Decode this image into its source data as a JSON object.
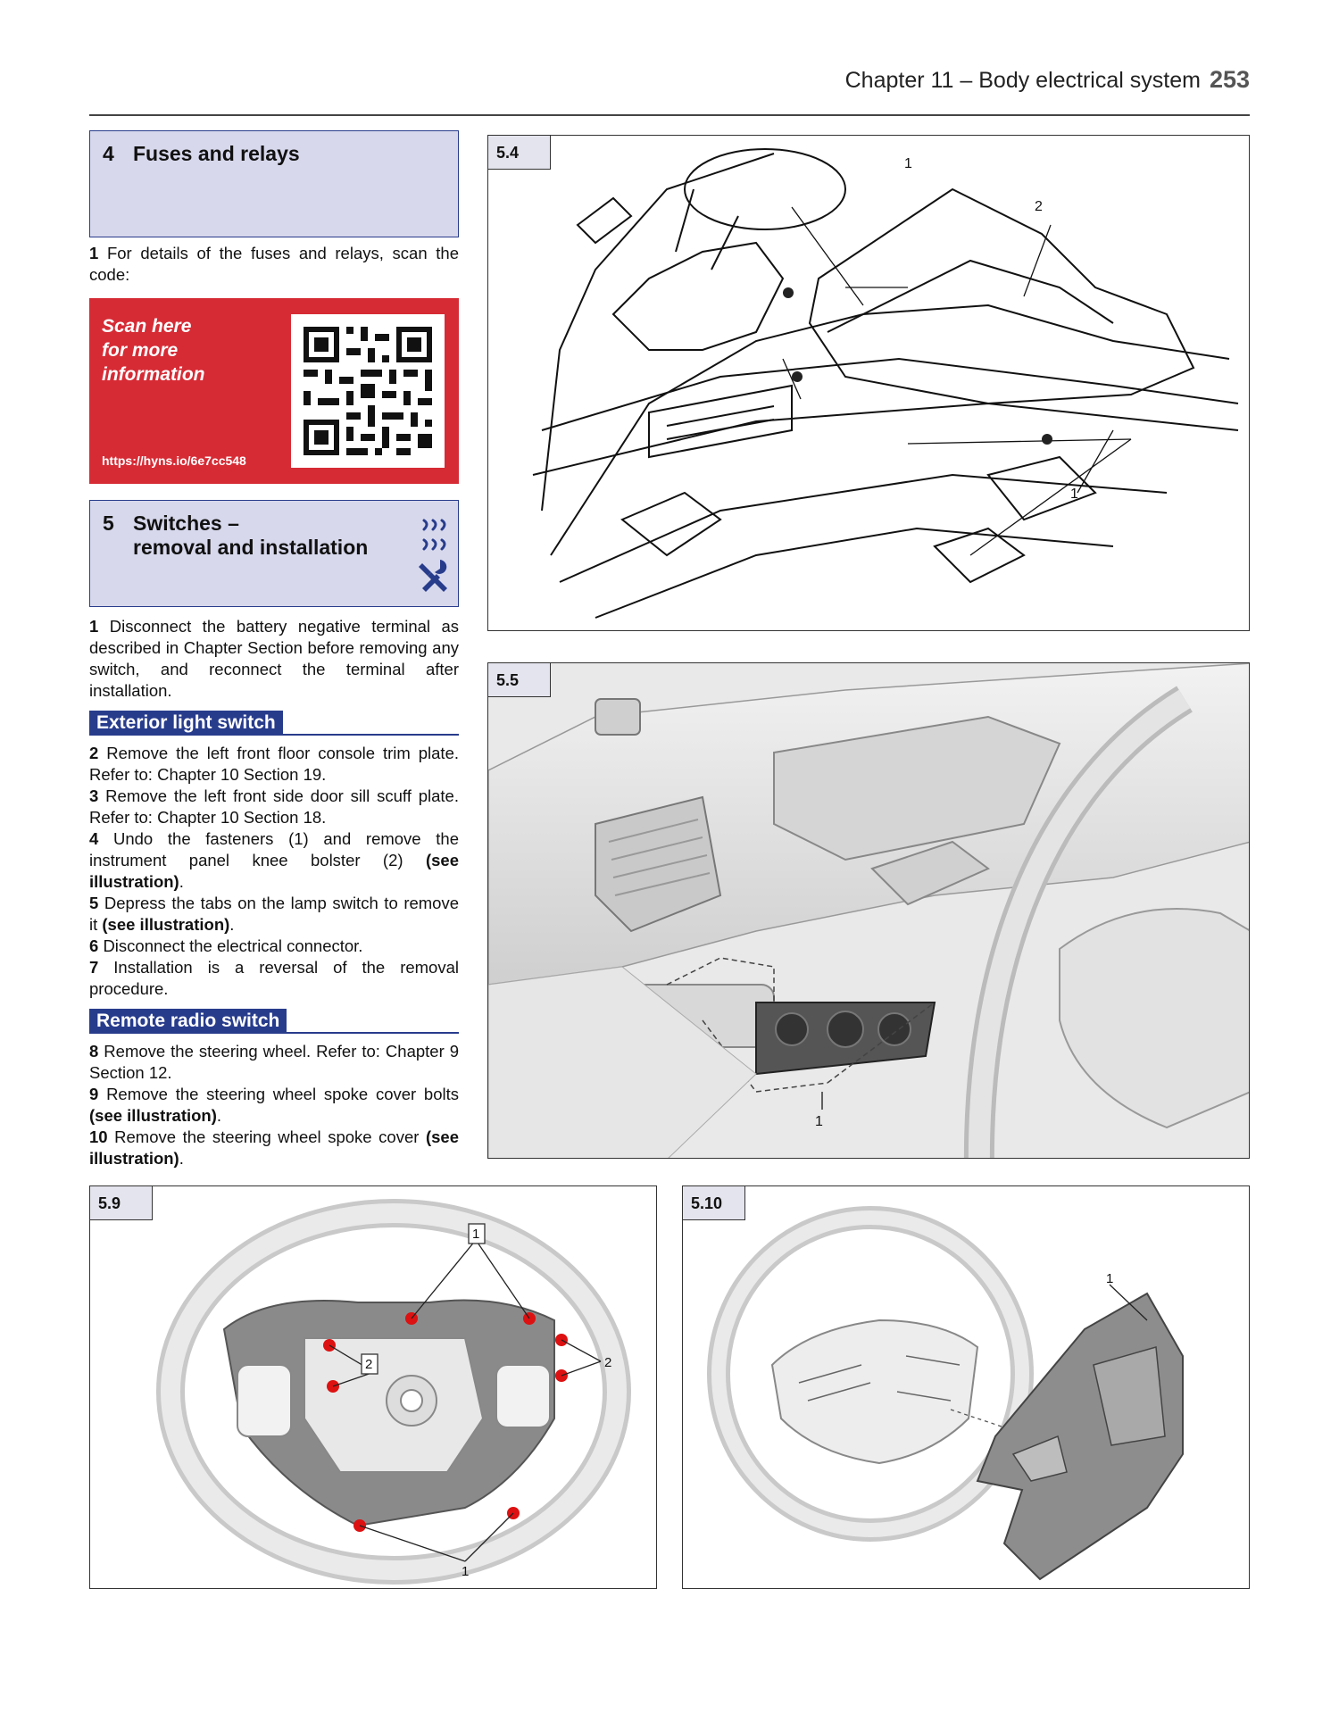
{
  "header": {
    "chapter": "Chapter 11 – Body electrical system",
    "page": "253"
  },
  "sec4": {
    "num": "4",
    "title": "Fuses and relays",
    "p1_num": "1",
    "p1_text": "For details of the fuses and relays, scan the code:"
  },
  "qr": {
    "line1": "Scan here",
    "line2": "for more",
    "line3": "information",
    "url": "https://hyns.io/6e7cc548"
  },
  "sec5": {
    "num": "5",
    "title1": "Switches –",
    "title2": "removal and installation",
    "difficulty_icon": "wrench-difficulty-icon",
    "p1_num": "1",
    "p1_text": "Disconnect the battery negative terminal as described in Chapter Section before removing any switch, and reconnect the terminal after installation."
  },
  "subhead_exterior": "Exterior light switch",
  "exterior_steps": [
    {
      "num": "2",
      "text": "Remove the left front floor console trim plate. Refer to: Chapter 10 Section 19.",
      "ref": ""
    },
    {
      "num": "3",
      "text": "Remove the left front side door sill scuff plate. Refer to: Chapter 10 Section 18.",
      "ref": ""
    },
    {
      "num": "4",
      "text": "Undo the fasteners (1) and remove the instrument panel knee bolster (2) ",
      "ref": "(see illustration)"
    },
    {
      "num": "5",
      "text": "Depress the tabs on the lamp switch to remove it ",
      "ref": "(see illustration)"
    },
    {
      "num": "6",
      "text": "Disconnect the electrical connector.",
      "ref": ""
    },
    {
      "num": "7",
      "text": "Installation is a reversal of the removal procedure.",
      "ref": ""
    }
  ],
  "subhead_radio": "Remote radio switch",
  "radio_steps": [
    {
      "num": "8",
      "text": "Remove the steering wheel. Refer to: Chapter 9 Section 12.",
      "ref": ""
    },
    {
      "num": "9",
      "text": "Remove the steering wheel spoke cover bolts ",
      "ref": "(see illustration)"
    },
    {
      "num": "10",
      "text": "Remove the steering wheel spoke cover ",
      "ref": "(see illustration)"
    }
  ],
  "figures": {
    "f54": {
      "label": "5.4",
      "callouts": [
        "1",
        "2",
        "1"
      ]
    },
    "f55": {
      "label": "5.5",
      "callouts": [
        "1"
      ]
    },
    "f59": {
      "label": "5.9",
      "callouts": [
        "1",
        "2",
        "2",
        "1"
      ]
    },
    "f510": {
      "label": "5.10",
      "callouts": [
        "1"
      ]
    }
  }
}
